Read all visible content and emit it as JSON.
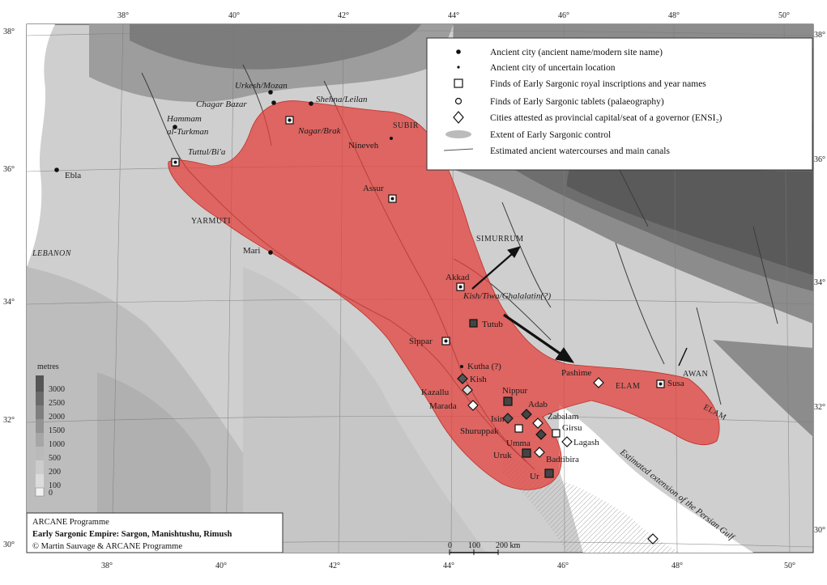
{
  "map": {
    "lon_ticks_top": [
      "38°",
      "40°",
      "42°",
      "44°",
      "46°",
      "48°",
      "50°"
    ],
    "lon_ticks_bottom": [
      "38°",
      "40°",
      "42°",
      "44°",
      "46°",
      "48°",
      "50°"
    ],
    "lat_ticks_left": [
      "38°",
      "36°",
      "34°",
      "32°",
      "30°"
    ],
    "lat_ticks_right": [
      "38°",
      "36°",
      "34°",
      "32°",
      "30°"
    ],
    "colors": {
      "empire": "#e3423c",
      "sea": "#ffffff",
      "lowland": "#d6d6d6",
      "mid": "#b4b4b4",
      "high": "#8c8c8c",
      "mountain": "#6a6a6a"
    },
    "places": {
      "urkesh": "Urkesh/Mozan",
      "chagar": "Chagar Bazar",
      "shehna": "Shehna/Leilan",
      "hammam1": "Hammam",
      "hammam2": "al-Turkman",
      "nagar": "Nagar/Brak",
      "subir": "SUBIR",
      "nineveh": "Nineveh",
      "tuttul": "Tuttul/Bi'a",
      "ebla": "Ebla",
      "assur": "Assur",
      "yarmuti": "YARMUTI",
      "simurrum": "SIMURRUM",
      "lebanon": "LEBANON",
      "mari": "Mari",
      "akkad": "Akkad",
      "kish": "Kish/Tiwa/Ghalalatin(?)",
      "tutub": "Tutub",
      "sippar": "Sippar",
      "kutha": "Kutha (?)",
      "kish2": "Kish",
      "kazallu": "Kazallu",
      "marada": "Marada",
      "nippur": "Nippur",
      "adab": "Adab",
      "isin": "Isin",
      "zabalam": "Zabalam",
      "shuruppak": "Shuruppak",
      "girsu": "Girsu",
      "umma": "Umma",
      "lagash": "Lagash",
      "uruk": "Uruk",
      "badtibira": "Badtibira",
      "ur": "Ur",
      "pashime": "Pashime",
      "elam_small": "ELAM",
      "susa": "Susa",
      "awan": "AWAN",
      "elam": "ELAM",
      "gulf_note": "Estimated extension of the Persian Gulf"
    },
    "elevation_legend": {
      "title": "metres",
      "levels": [
        "3000",
        "2500",
        "2000",
        "1500",
        "1000",
        "500",
        "200",
        "100",
        "0"
      ]
    },
    "legend": {
      "items": [
        "Ancient city (ancient name/modern site name)",
        "Ancient city of uncertain location",
        "Finds of Early Sargonic royal inscriptions and year names",
        "Finds of Early Sargonic tablets (palaeography)",
        "Cities attested as provincial capital/seat of a governor (ENSI₂)",
        "Extent of Early Sargonic control",
        "Estimated ancient watercourses and main canals"
      ]
    },
    "scale": {
      "labels": [
        "0",
        "100",
        "200 km"
      ]
    },
    "credits": {
      "programme": "ARCANE Programme",
      "title": "Early Sargonic Empire: Sargon, Manishtushu, Rimush",
      "author": "© Martin Sauvage & ARCANE Programme"
    }
  }
}
